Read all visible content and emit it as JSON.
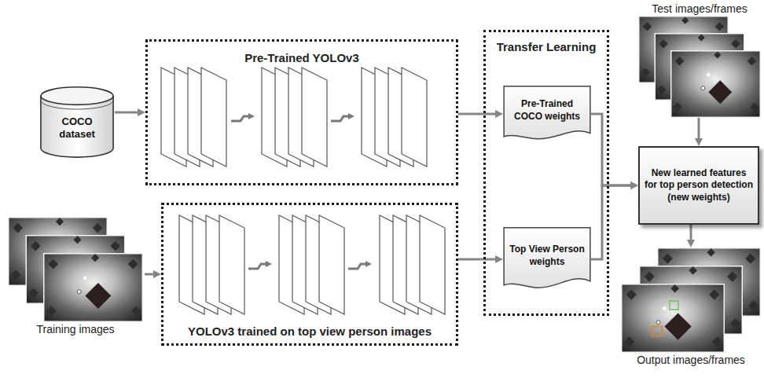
{
  "diagram": {
    "nodes": [
      {
        "text": [
          "COCO dataset"
        ]
      },
      {
        "text": [
          "Pre-Trained YOLOv3"
        ]
      },
      {
        "text": [
          "Transfer Learning"
        ]
      },
      {
        "text": [
          "Pre-Trained COCO weights"
        ],
        "in": 2
      },
      {
        "text": [
          "Top View Person weights"
        ],
        "in": 2
      },
      {
        "text": [
          "Test images/frames"
        ]
      },
      {
        "text": [
          "Training images"
        ]
      },
      {
        "text": [
          "YOLOv3 trained on top view person images"
        ]
      },
      {
        "text": [
          "New learned features for top person detection (new weights)"
        ]
      },
      {
        "text": [
          "Output images/frames"
        ]
      }
    ],
    "edges": [
      {
        "from": 0,
        "to": 1,
        "arrow": "to"
      },
      {
        "from": 1,
        "to": 3,
        "arrow": "to"
      },
      {
        "from": 6,
        "to": 7,
        "arrow": "to"
      },
      {
        "from": 7,
        "to": 4,
        "arrow": "to"
      },
      {
        "from": 3,
        "to": 8,
        "arrow": "to"
      },
      {
        "from": 4,
        "to": 8,
        "arrow": "to"
      },
      {
        "from": 5,
        "to": 8,
        "arrow": "to"
      },
      {
        "from": 8,
        "to": 9,
        "arrow": "to"
      }
    ]
  }
}
